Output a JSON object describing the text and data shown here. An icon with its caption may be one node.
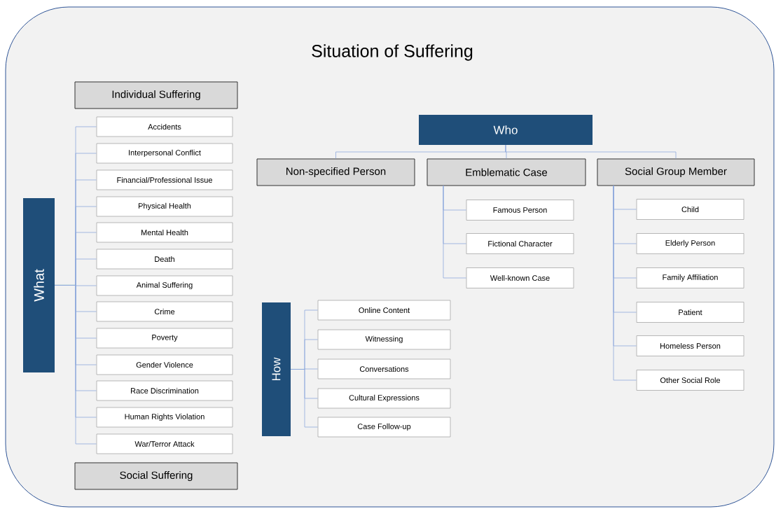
{
  "diagram": {
    "title": "Situation of Suffering",
    "nodes": [
      {
        "text": [
          "Individual Suffering"
        ]
      },
      {
        "text": [
          "Social Suffering"
        ]
      },
      {
        "text": [
          "What"
        ]
      },
      {
        "text": [
          "Accidents"
        ]
      },
      {
        "text": [
          "Interpersonal Conflict"
        ]
      },
      {
        "text": [
          "Financial/Professional Issue"
        ]
      },
      {
        "text": [
          "Physical Health"
        ]
      },
      {
        "text": [
          "Mental Health"
        ]
      },
      {
        "text": [
          "Death"
        ]
      },
      {
        "text": [
          "Animal Suffering"
        ]
      },
      {
        "text": [
          "Crime"
        ]
      },
      {
        "text": [
          "Poverty"
        ]
      },
      {
        "text": [
          "Gender Violence"
        ]
      },
      {
        "text": [
          "Race Discrimination"
        ]
      },
      {
        "text": [
          "Human Rights Violation"
        ]
      },
      {
        "text": [
          "War/Terror Attack"
        ]
      },
      {
        "text": [
          "Who"
        ]
      },
      {
        "text": [
          "Non-specified Person"
        ]
      },
      {
        "text": [
          "Emblematic Case"
        ]
      },
      {
        "text": [
          "Social Group Member"
        ]
      },
      {
        "text": [
          "Famous Person"
        ]
      },
      {
        "text": [
          "Fictional Character"
        ]
      },
      {
        "text": [
          "Well-known Case"
        ]
      },
      {
        "text": [
          "Child"
        ]
      },
      {
        "text": [
          "Elderly Person"
        ]
      },
      {
        "text": [
          "Family Affiliation"
        ]
      },
      {
        "text": [
          "Patient"
        ]
      },
      {
        "text": [
          "Homeless Person"
        ]
      },
      {
        "text": [
          "Other Social Role"
        ]
      },
      {
        "text": [
          "How"
        ]
      },
      {
        "text": [
          "Online Content"
        ]
      },
      {
        "text": [
          "Witnessing"
        ]
      },
      {
        "text": [
          "Conversations"
        ]
      },
      {
        "text": [
          "Cultural Expressions"
        ]
      },
      {
        "text": [
          "Case Follow-up"
        ]
      }
    ],
    "edges": [
      {
        "from": 2,
        "to": 3,
        "arrow": "none"
      },
      {
        "from": 2,
        "to": 4,
        "arrow": "none"
      },
      {
        "from": 2,
        "to": 5,
        "arrow": "none"
      },
      {
        "from": 2,
        "to": 6,
        "arrow": "none"
      },
      {
        "from": 2,
        "to": 7,
        "arrow": "none"
      },
      {
        "from": 2,
        "to": 8,
        "arrow": "none"
      },
      {
        "from": 2,
        "to": 9,
        "arrow": "none"
      },
      {
        "from": 2,
        "to": 10,
        "arrow": "none"
      },
      {
        "from": 2,
        "to": 11,
        "arrow": "none"
      },
      {
        "from": 2,
        "to": 12,
        "arrow": "none"
      },
      {
        "from": 2,
        "to": 13,
        "arrow": "none"
      },
      {
        "from": 2,
        "to": 14,
        "arrow": "none"
      },
      {
        "from": 2,
        "to": 15,
        "arrow": "none"
      },
      {
        "from": 16,
        "to": 17,
        "arrow": "none"
      },
      {
        "from": 16,
        "to": 18,
        "arrow": "none"
      },
      {
        "from": 16,
        "to": 19,
        "arrow": "none"
      },
      {
        "from": 18,
        "to": 20,
        "arrow": "none"
      },
      {
        "from": 18,
        "to": 21,
        "arrow": "none"
      },
      {
        "from": 18,
        "to": 22,
        "arrow": "none"
      },
      {
        "from": 19,
        "to": 23,
        "arrow": "none"
      },
      {
        "from": 19,
        "to": 24,
        "arrow": "none"
      },
      {
        "from": 19,
        "to": 25,
        "arrow": "none"
      },
      {
        "from": 19,
        "to": 26,
        "arrow": "none"
      },
      {
        "from": 19,
        "to": 27,
        "arrow": "none"
      },
      {
        "from": 19,
        "to": 28,
        "arrow": "none"
      },
      {
        "from": 29,
        "to": 30,
        "arrow": "none"
      },
      {
        "from": 29,
        "to": 31,
        "arrow": "none"
      },
      {
        "from": 29,
        "to": 32,
        "arrow": "none"
      },
      {
        "from": 29,
        "to": 33,
        "arrow": "none"
      },
      {
        "from": 29,
        "to": 34,
        "arrow": "none"
      }
    ]
  }
}
